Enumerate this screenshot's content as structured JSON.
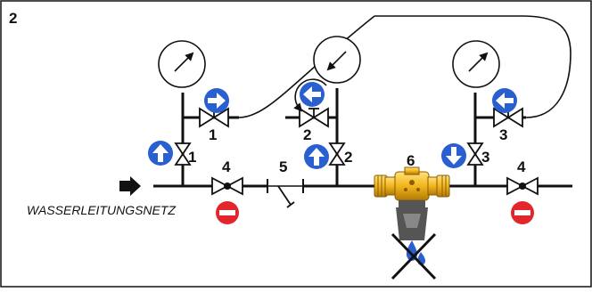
{
  "figure_number": "2",
  "inlet_label": "WASSERLEITUNGSNETZ",
  "labels": {
    "valve_1_horizontal": "1",
    "valve_1_vertical": "1",
    "valve_2_horizontal": "2",
    "valve_2_vertical": "2",
    "valve_3_horizontal": "3",
    "valve_3_vertical": "3",
    "shutoff_valve_left": "4",
    "shutoff_valve_right": "4",
    "strainer": "5",
    "backflow_preventer": "6"
  },
  "colors": {
    "line": "#111111",
    "direction_badge": "#2a5fd0",
    "stop_badge": "#e3262b",
    "brass": "#f2b51c",
    "brass_dark": "#b07a08",
    "drain_body": "#555555",
    "water_drop": "#2a5fd0"
  },
  "icons": {
    "inlet": "flow-arrow-icon",
    "gauge": "pressure-gauge-icon",
    "direction": "flow-direction-badge-icon",
    "stop": "no-entry-icon",
    "no_drain": "no-water-discharge-icon"
  }
}
